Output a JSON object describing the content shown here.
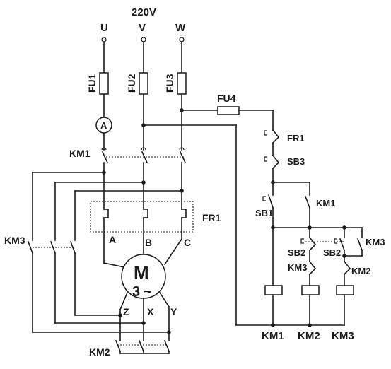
{
  "supply": {
    "voltage": "220V",
    "phases": [
      "U",
      "V",
      "W"
    ]
  },
  "fuses": [
    "FU1",
    "FU2",
    "FU3",
    "FU4"
  ],
  "ammeter": "A",
  "main_contactor": "KM1",
  "overload_relay": "FR1",
  "relay_phases": [
    "A",
    "B",
    "C"
  ],
  "motor": {
    "letter": "M",
    "phase_count": "3",
    "ac_symbol": "~",
    "terminals": [
      "Z",
      "X",
      "Y"
    ]
  },
  "star_contactor": "KM2",
  "delta_contactor": "KM3",
  "control": {
    "fr1_contact": "FR1",
    "stop_button": "SB3",
    "start_button": "SB1",
    "km1_aux": "KM1",
    "sb2_left": "SB2",
    "sb2_right": "SB2",
    "km3_holding": "KM3",
    "km3_interlock": "KM3",
    "km2_interlock": "KM2"
  },
  "coils": [
    "KM1",
    "KM2",
    "KM3"
  ]
}
